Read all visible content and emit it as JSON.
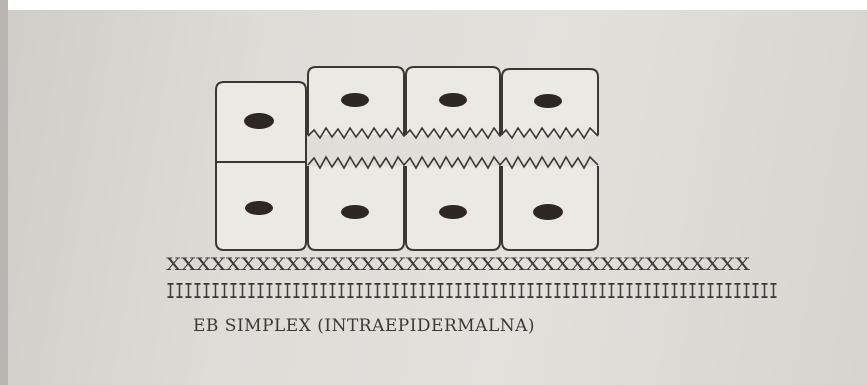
{
  "figure": {
    "caption": "EB SIMPLEX (INTRAEPIDERMALNA)",
    "basement_x_marks": "XXXXXXXXXXXXXXXXXXXXXXXXXXXXXXXXXXXXXXX",
    "basement_bar_marks": "IIIIIIIIIIIIIIIIIIIIIIIIIIIIIIIIIIIIIIIIIIIIIIIIIIIIIIIIIIIIIIIIIIII"
  },
  "colors": {
    "ink": "#3a3836",
    "nucleus": "#2e2722",
    "cell_fill": "#ebe9e4"
  }
}
